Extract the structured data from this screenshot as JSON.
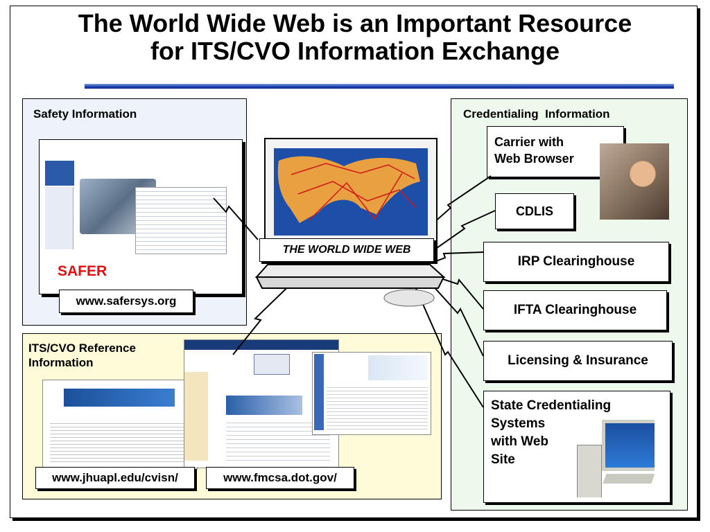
{
  "slide": {
    "title_line1": "The World Wide Web is an Important Resource",
    "title_line2": "for ITS/CVO Information Exchange"
  },
  "safety": {
    "label": "Safety Information",
    "safer_label": "SAFER",
    "url": "www.safersys.org"
  },
  "reference": {
    "label_line1": "ITS/CVO Reference",
    "label_line2": "Information",
    "url_jhuapl": "www.jhuapl.edu/cvisn/",
    "url_fmcsa": "www.fmcsa.dot.gov/"
  },
  "center": {
    "web_label": "THE WORLD WIDE WEB"
  },
  "credentialing": {
    "label": "Credentialing  Information",
    "carrier_line1": "Carrier with",
    "carrier_line2": "Web Browser",
    "cdlis": "CDLIS",
    "irp": "IRP Clearinghouse",
    "ifta": "IFTA Clearinghouse",
    "licensing": "Licensing & Insurance",
    "state_line1": "State Credentialing",
    "state_line2": "Systems",
    "state_line3": "with Web",
    "state_line4": "Site"
  },
  "colors": {
    "safety_bg": "#eef2fb",
    "reference_bg": "#fdfbd8",
    "credential_bg": "#eef9ee",
    "safer_red": "#e01010"
  }
}
